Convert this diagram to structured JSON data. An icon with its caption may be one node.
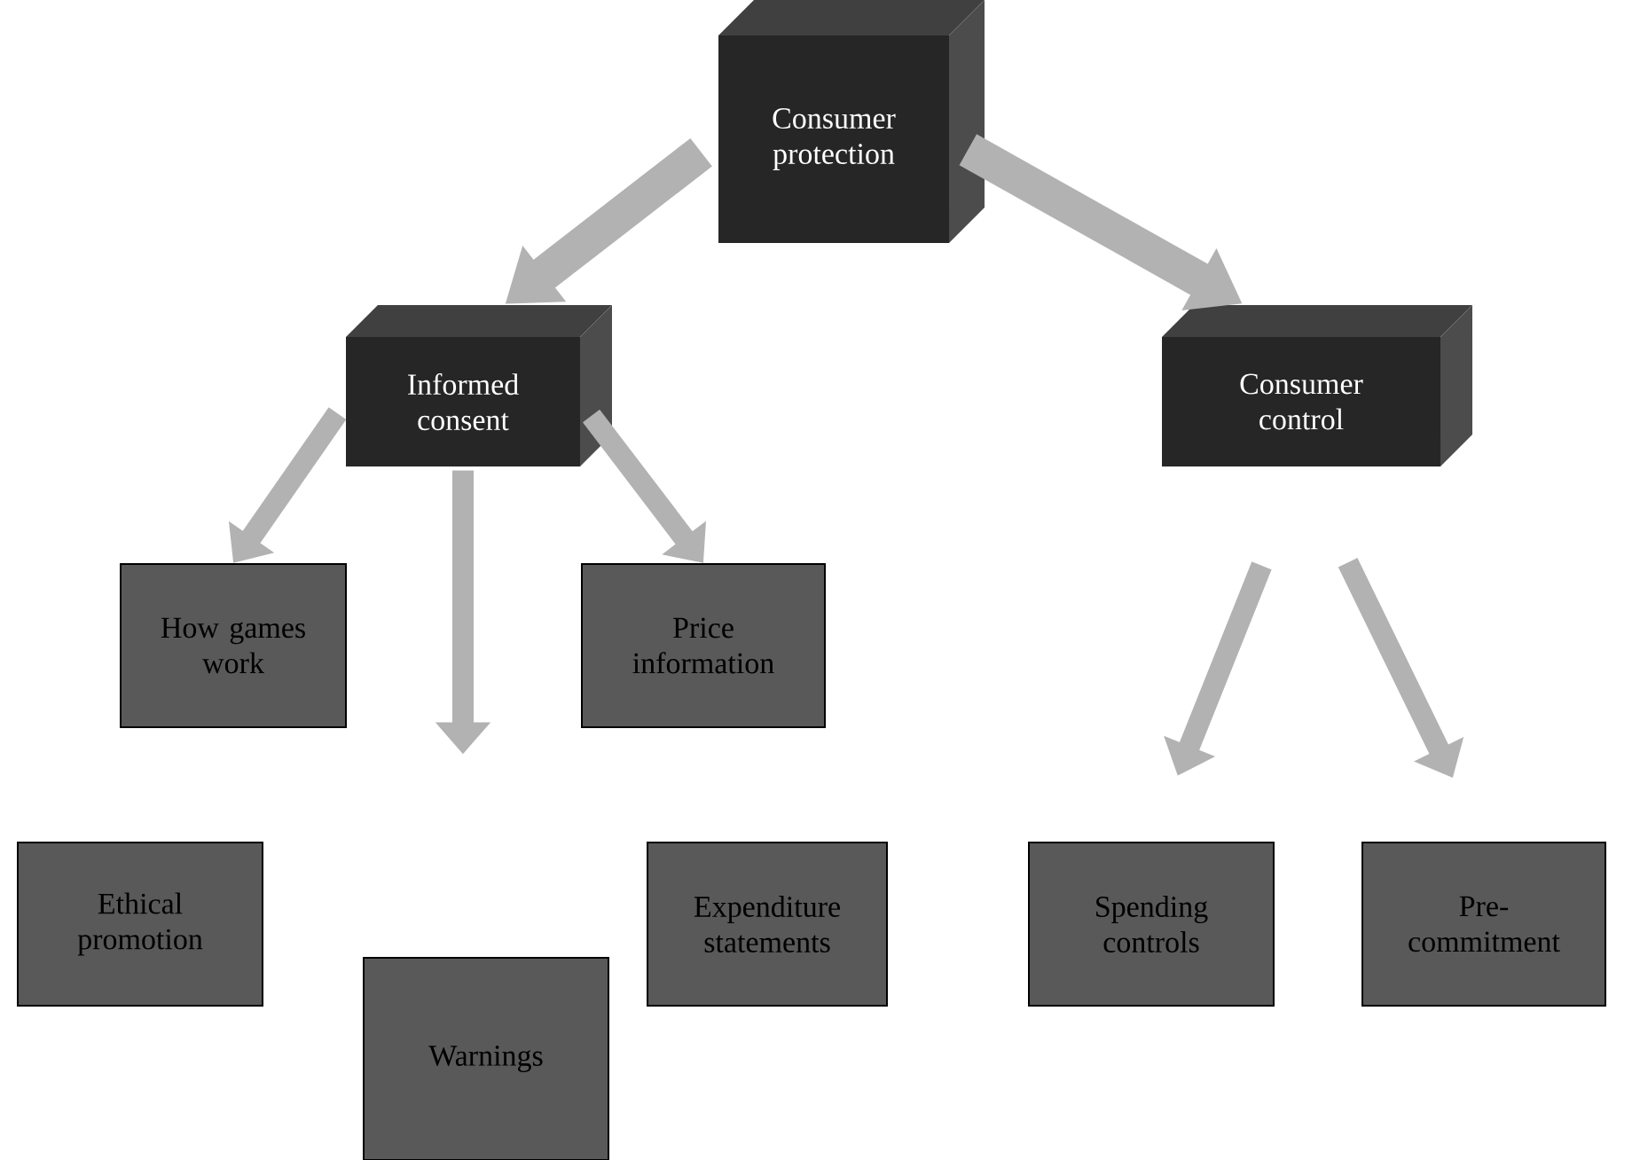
{
  "diagram": {
    "nodes": [
      {
        "text": [
          "Consumer protection"
        ]
      },
      {
        "text": [
          "Informed consent"
        ]
      },
      {
        "text": [
          "Consumer control"
        ]
      },
      {
        "text": [
          "How games work"
        ]
      },
      {
        "text": [
          "Price information"
        ]
      },
      {
        "text": [
          "Ethical promotion"
        ]
      },
      {
        "text": [
          "Warnings"
        ]
      },
      {
        "text": [
          "Expenditure statements"
        ]
      },
      {
        "text": [
          "Spending controls"
        ]
      },
      {
        "text": [
          "Pre-commitment"
        ]
      }
    ],
    "edges": [
      {
        "from": 0,
        "to": 1,
        "arrow": "to"
      },
      {
        "from": 0,
        "to": 2,
        "arrow": "to"
      },
      {
        "from": 1,
        "to": 3,
        "arrow": "to"
      },
      {
        "from": 1,
        "to": null,
        "arrow": "to"
      },
      {
        "from": 1,
        "to": 4,
        "arrow": "to"
      },
      {
        "from": 2,
        "to": 8,
        "arrow": "to"
      },
      {
        "from": 2,
        "to": 9,
        "arrow": "to"
      }
    ]
  }
}
